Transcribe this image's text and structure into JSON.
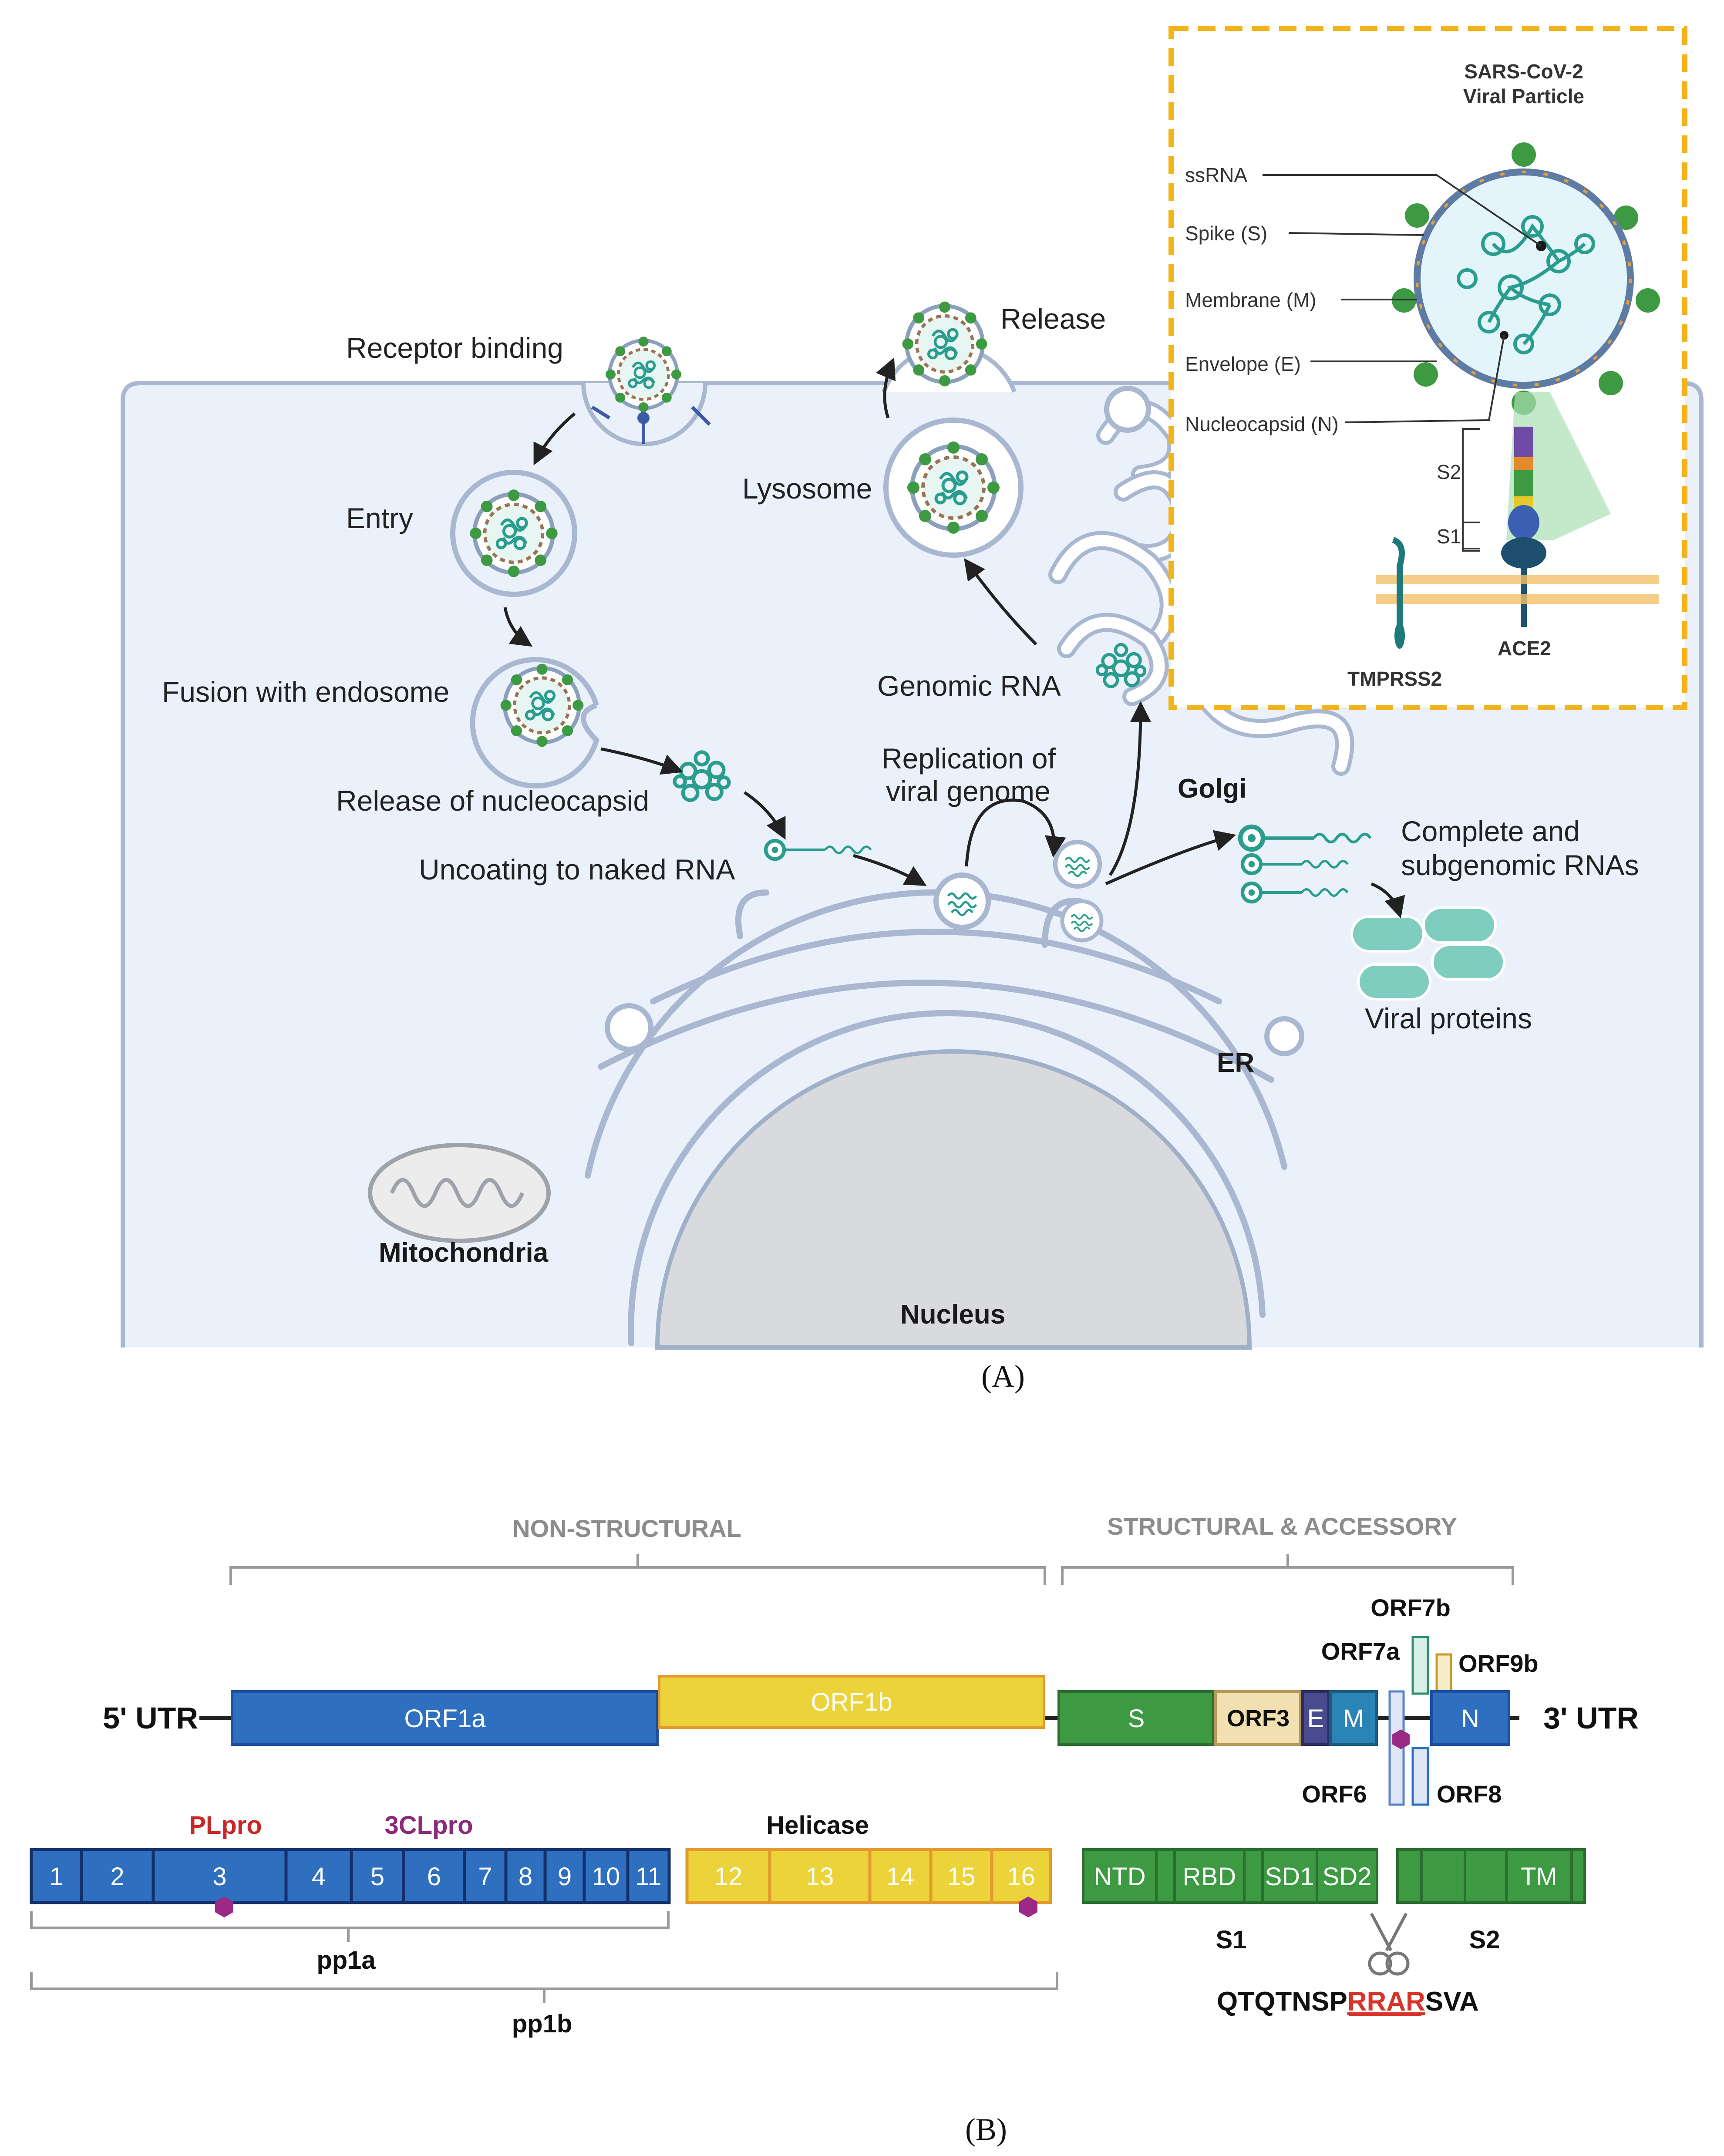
{
  "panel_a": {
    "caption": "(A)",
    "labels": {
      "receptor_binding": "Receptor binding",
      "entry": "Entry",
      "fusion": "Fusion with endosome",
      "release_nucleocapsid": "Release of nucleocapsid",
      "uncoating": "Uncoating to naked RNA",
      "replication_1": "Replication of",
      "replication_2": "viral genome",
      "genomic_rna": "Genomic RNA",
      "lysosome": "Lysosome",
      "release": "Release",
      "golgi": "Golgi",
      "complete_1": "Complete and",
      "complete_2": "subgenomic RNAs",
      "viral_proteins": "Viral proteins",
      "er": "ER",
      "mitochondria": "Mitochondria",
      "nucleus": "Nucleus"
    },
    "inset": {
      "title_1": "SARS-CoV-2",
      "title_2": "Viral Particle",
      "ssrna": "ssRNA",
      "spike": "Spike (S)",
      "membrane": "Membrane (M)",
      "envelope": "Envelope (E)",
      "nucleocapsid": "Nucleocapsid (N)",
      "s2": "S2",
      "s1": "S1",
      "tmprss2": "TMPRSS2",
      "ace2": "ACE2"
    }
  },
  "panel_b": {
    "caption": "(B)",
    "non_structural": "NON-STRUCTURAL",
    "structural": "STRUCTURAL & ACCESSORY",
    "utr5": "5' UTR",
    "utr3": "3' UTR",
    "genes": {
      "orf1a": "ORF1a",
      "orf1b": "ORF1b",
      "s": "S",
      "orf3": "ORF3",
      "e": "E",
      "m": "M",
      "n": "N",
      "orf6": "ORF6",
      "orf7a": "ORF7a",
      "orf7b": "ORF7b",
      "orf8": "ORF8",
      "orf9b": "ORF9b"
    },
    "nsp": [
      "1",
      "2",
      "3",
      "4",
      "5",
      "6",
      "7",
      "8",
      "9",
      "10",
      "11",
      "12",
      "13",
      "14",
      "15",
      "16"
    ],
    "plpro": "PLpro",
    "clpro": "3CLpro",
    "helicase": "Helicase",
    "pp1a": "pp1a",
    "pp1b": "pp1b",
    "spike_domains": {
      "ntd": "NTD",
      "rbd": "RBD",
      "sd1": "SD1",
      "sd2": "SD2",
      "tm": "TM",
      "s1": "S1",
      "s2": "S2"
    },
    "cleavage_pre": "QTQTNSP",
    "cleavage_site": "RRAR",
    "cleavage_post": "SVA"
  },
  "colors": {
    "cell": "#eaf1fb",
    "membrane": "#a9b8d0",
    "blue_gene": "#2f6fc0",
    "dark_blue": "#1d4fa0",
    "yellow_gene": "#ecd33a",
    "green_gene": "#3d9a42",
    "teal_protein": "#7fcdbf",
    "inset_border": "#f2b31b",
    "cleavage_red": "#d8332a",
    "plpro_red": "#c62828",
    "clpro_purple": "#8b2a7a"
  }
}
